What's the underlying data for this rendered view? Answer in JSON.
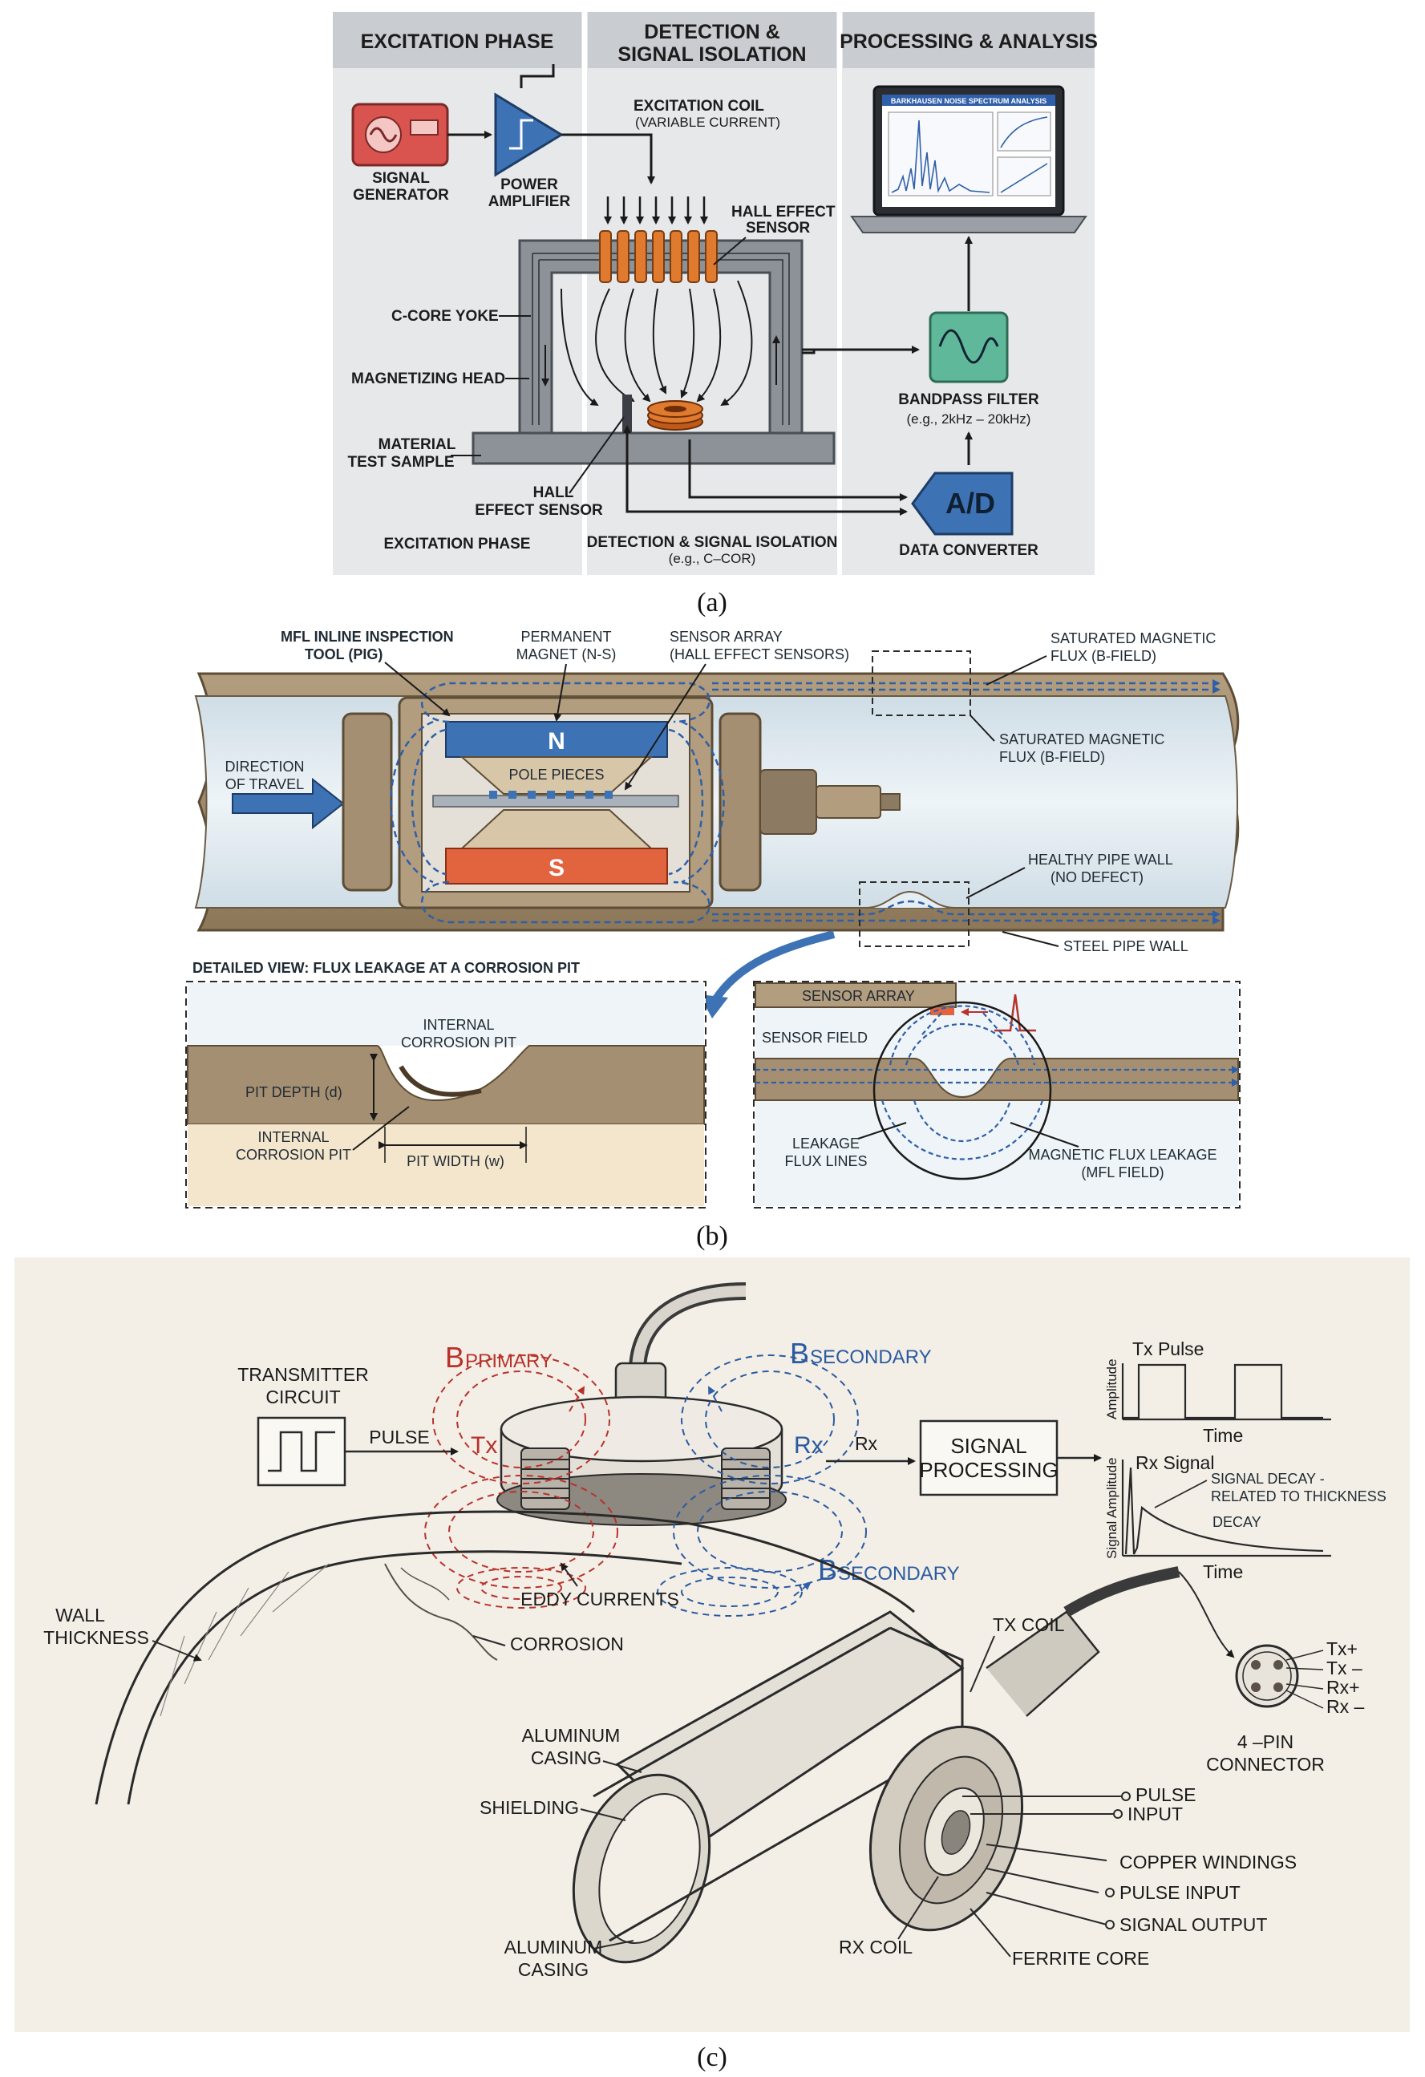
{
  "panel_a": {
    "caption": "(a)",
    "headers": [
      "EXCITATION PHASE",
      "DETECTION &",
      "SIGNAL ISOLATION",
      "PROCESSING & ANALYSIS"
    ],
    "labels": {
      "signal_generator_1": "SIGNAL",
      "signal_generator_2": "GENERATOR",
      "power_amplifier_1": "POWER",
      "power_amplifier_2": "AMPLIFIER",
      "excitation_coil": "EXCITATION COIL",
      "excitation_coil_sub": "(VARIABLE CURRENT)",
      "hall_sensor_top_1": "HALL EFFECT",
      "hall_sensor_top_2": "SENSOR",
      "c_core_yoke": "C-CORE YOKE",
      "magnetizing_head": "MAGNETIZING HEAD",
      "material_1": "MATERIAL",
      "material_2": "TEST SAMPLE",
      "hall_bottom_1": "HALL",
      "hall_bottom_2": "EFFECT SENSOR",
      "excitation_phase_bottom": "EXCITATION PHASE",
      "detection_bottom": "DETECTION & SIGNAL ISOLATION",
      "detection_bottom_sub": "(e.g., C–COR)",
      "bandpass": "BANDPASS FILTER",
      "bandpass_sub": "(e.g., 2kHz – 20kHz)",
      "ad": "A/D",
      "data_converter": "DATA CONVERTER",
      "screen_title": "BARKHAUSEN NOISE SPECTRUM ANALYSIS"
    }
  },
  "panel_b": {
    "caption": "(b)",
    "labels": {
      "tool_1": "MFL INLINE INSPECTION",
      "tool_2": "TOOL (PIG)",
      "magnet_1": "PERMANENT",
      "magnet_2": "MAGNET (N-S)",
      "sensor_array_1": "SENSOR ARRAY",
      "sensor_array_2": "(HALL EFFECT SENSORS)",
      "sat_flux_top_1": "SATURATED MAGNETIC",
      "sat_flux_top_2": "FLUX (B-FIELD)",
      "sat_flux_mid_1": "SATURATED MAGNETIC",
      "sat_flux_mid_2": "FLUX (B-FIELD)",
      "direction_1": "DIRECTION",
      "direction_2": "OF TRAVEL",
      "north": "N",
      "south": "S",
      "pole_pieces": "POLE PIECES",
      "healthy_1": "HEALTHY PIPE WALL",
      "healthy_2": "(NO DEFECT)",
      "steel_wall": "STEEL PIPE WALL",
      "detail_title": "DETAILED VIEW: FLUX LEAKAGE AT A CORROSION PIT",
      "internal_pit_1": "INTERNAL",
      "internal_pit_2": "CORROSION PIT",
      "pit_depth": "PIT DEPTH (d)",
      "internal_pit_b1": "INTERNAL",
      "internal_pit_b2": "CORROSION PIT",
      "pit_width": "PIT WIDTH (w)",
      "sensor_array_detail": "SENSOR ARRAY",
      "sensor_field": "SENSOR FIELD",
      "leakage_1": "LEAKAGE",
      "leakage_2": "FLUX LINES",
      "mfl_1": "MAGNETIC FLUX LEAKAGE",
      "mfl_2": "(MFL FIELD)"
    }
  },
  "panel_c": {
    "caption": "(c)",
    "labels": {
      "transmitter_1": "TRANSMITTER",
      "transmitter_2": "CIRCUIT",
      "pulse": "PULSE",
      "b_primary_main": "B",
      "b_primary_sub": "PRIMARY",
      "b_secondary_main": "B",
      "b_secondary_sub": "SECONDARY",
      "b_secondary2_main": "B",
      "b_secondary2_sub": "SECONDARY",
      "tx": "Tx",
      "rx": "Rx",
      "rx_arrow": "Rx",
      "signal_proc_1": "SIGNAL",
      "signal_proc_2": "PROCESSING",
      "tx_pulse": "Tx Pulse",
      "amplitude": "Amplitude",
      "time_1": "Time",
      "rx_signal": "Rx Signal",
      "signal_amplitude": "Signal Amplitude",
      "decay_note_1": "SIGNAL DECAY -",
      "decay_note_2": "RELATED TO THICKNESS",
      "decay": "DECAY",
      "time_2": "Time",
      "eddy": "EDDY CURRENTS",
      "wall_1": "WALL",
      "wall_2": "THICKNESS",
      "corrosion": "CORROSION",
      "tx_coil": "TX COIL",
      "pin_tx_plus": "Tx+",
      "pin_tx_minus": "Tx –",
      "pin_rx_plus": "Rx+",
      "pin_rx_minus": "Rx –",
      "connector_1": "4 –PIN",
      "connector_2": "CONNECTOR",
      "alu_top_1": "ALUMINUM",
      "alu_top_2": "CASING",
      "shielding": "SHIELDING",
      "alu_bottom_1": "ALUMINUM",
      "alu_bottom_2": "CASING",
      "pulse_input_1": "PULSE",
      "pulse_input_2": "INPUT",
      "copper": "COPPER WINDINGS",
      "pulse_input_b": "PULSE INPUT",
      "signal_output": "SIGNAL OUTPUT",
      "rx_coil": "RX COIL",
      "ferrite": "FERRITE CORE"
    }
  },
  "colors": {
    "panel_bg": "#e6e8ea",
    "header_bg": "#c9ccd0",
    "coil": "#e07a2e",
    "amp_blue": "#3d73b5",
    "gen_red": "#d9534f",
    "filter_green": "#5fb89a",
    "pipe_tan": "#a58f72",
    "pipe_inner": "#dfeaf0",
    "flux_blue": "#2f5fa8",
    "red_label": "#b8322a",
    "blue_label": "#2b5aa0",
    "sketch_bg": "#f3efe7"
  }
}
